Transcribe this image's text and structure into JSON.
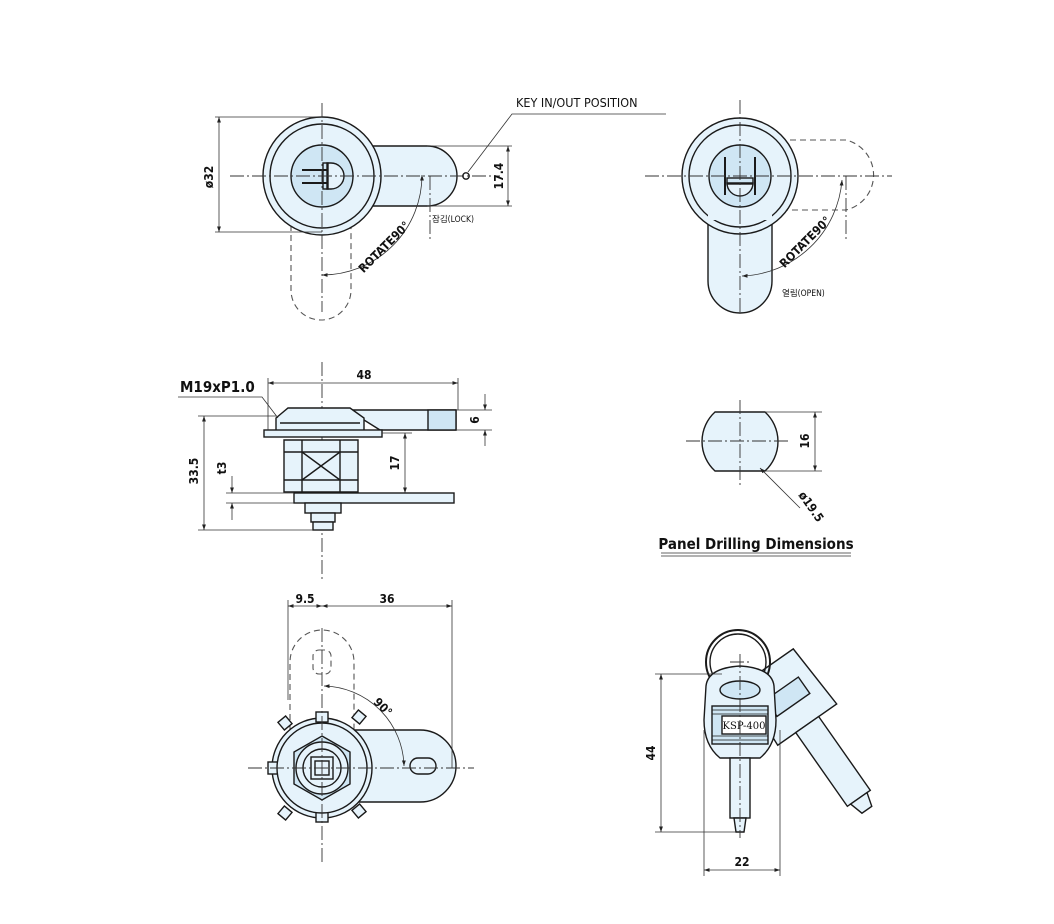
{
  "labels": {
    "key_in_out": "KEY IN/OUT POSITION",
    "dia32": "ø32",
    "dim_17_4": "17.4",
    "lock": "잠김(LOCK)",
    "rotate1": "ROTATE90°",
    "rotate2": "ROTATE90°",
    "open": "열림(OPEN)",
    "thread": "M19xP1.0",
    "dim48": "48",
    "dim6": "6",
    "dim33_5": "33.5",
    "dim_t3": "t3",
    "dim17": "17",
    "dim16": "16",
    "dia19_5": "ø19.5",
    "panel_caption": "Panel Drilling Dimensions",
    "dim9_5": "9.5",
    "dim36": "36",
    "angle90": "90°",
    "dim44": "44",
    "dim22": "22",
    "key_tag": "KSP-400"
  },
  "colors": {
    "part_fill": "#e6f3fb",
    "part_shade": "#cfe6f4",
    "line": "#1a1a1a"
  }
}
